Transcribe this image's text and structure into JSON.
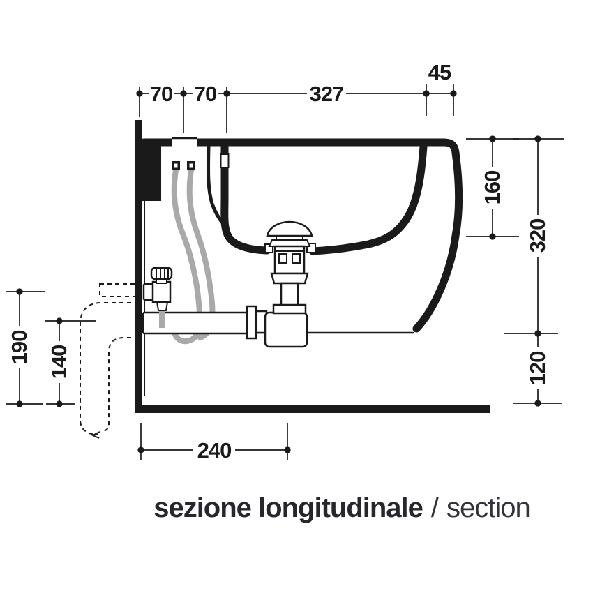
{
  "dims": {
    "top_left_offset": "70",
    "top_center_offset": "70",
    "top_span": "327",
    "front_rim": "45",
    "right_inner_depth": "160",
    "right_total_height": "320",
    "right_floor_gap": "120",
    "left_supply_height": "190",
    "left_drain_height": "140",
    "bottom_drain_distance": "240"
  },
  "caption": {
    "primary": "sezione longitudinale",
    "separator": "/",
    "secondary": "section"
  },
  "colors": {
    "ink": "#1a1a1a",
    "hose_gray": "#a9a9a9",
    "background": "#ffffff"
  }
}
